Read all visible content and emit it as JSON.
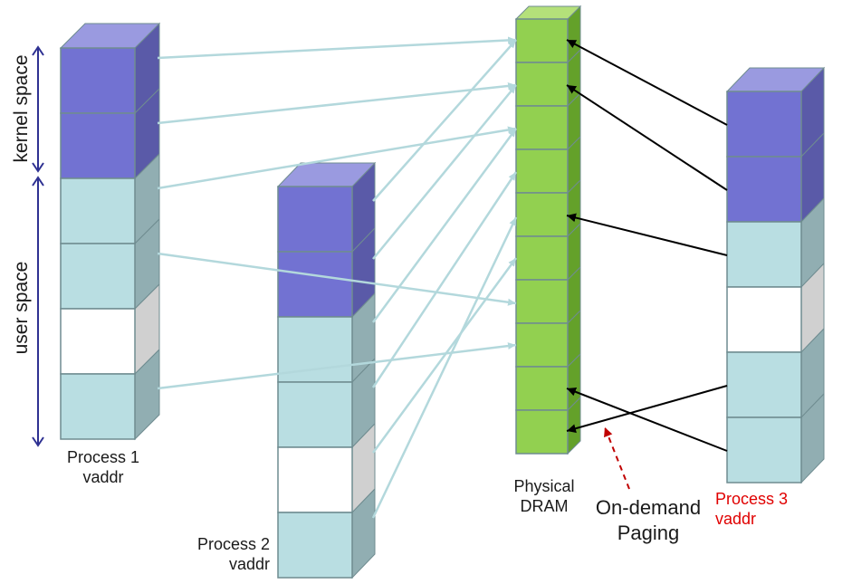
{
  "labels": {
    "kernel_space": "kernel space",
    "user_space": "user space",
    "process1": {
      "line1": "Process 1",
      "line2": "vaddr"
    },
    "process2": {
      "line1": "Process 2",
      "line2": "vaddr"
    },
    "process3": {
      "line1": "Process 3",
      "line2": "vaddr"
    },
    "dram": {
      "line1": "Physical",
      "line2": "DRAM"
    },
    "paging": {
      "line1": "On-demand",
      "line2": "Paging"
    }
  },
  "colors": {
    "kernel_page": "#7272d2",
    "user_page": "#b9dee2",
    "unmapped_page": "#ffffff",
    "dram_frame": "#92d050",
    "arrow_p1_p2": "#b3d8dc",
    "arrow_p3": "#000000",
    "paging_arrow": "#c00000",
    "process3_label": "#e00000",
    "space_bracket": "#2e3192"
  },
  "stacks": {
    "process1": [
      "kernel",
      "kernel",
      "user",
      "user",
      "unmapped",
      "user"
    ],
    "process2": [
      "kernel",
      "kernel",
      "user",
      "user",
      "unmapped",
      "user"
    ],
    "process3": [
      "kernel",
      "kernel",
      "user",
      "unmapped",
      "user",
      "user"
    ],
    "dram_frames": 10
  }
}
